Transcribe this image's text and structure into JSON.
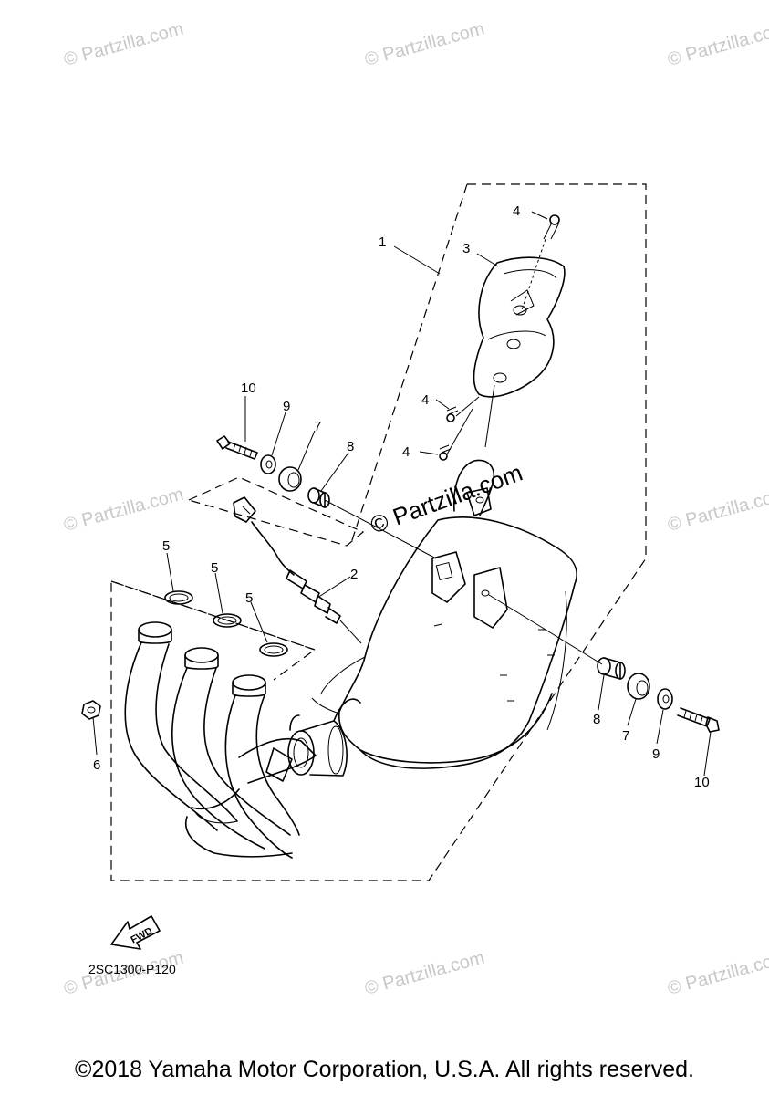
{
  "watermark": {
    "text": "© Partzilla.com",
    "center_text": "© Partzilla.com"
  },
  "callouts": {
    "c1": "1",
    "c2": "2",
    "c3": "3",
    "c4a": "4",
    "c4b": "4",
    "c4c": "4",
    "c5a": "5",
    "c5b": "5",
    "c5c": "5",
    "c6": "6",
    "c7a": "7",
    "c7b": "7",
    "c8a": "8",
    "c8b": "8",
    "c9a": "9",
    "c9b": "9",
    "c10a": "10",
    "c10b": "10"
  },
  "fwd_label": "FWD",
  "diagram_code": "2SC1300-P120",
  "copyright": "©2018 Yamaha Motor Corporation, U.S.A. All rights reserved."
}
